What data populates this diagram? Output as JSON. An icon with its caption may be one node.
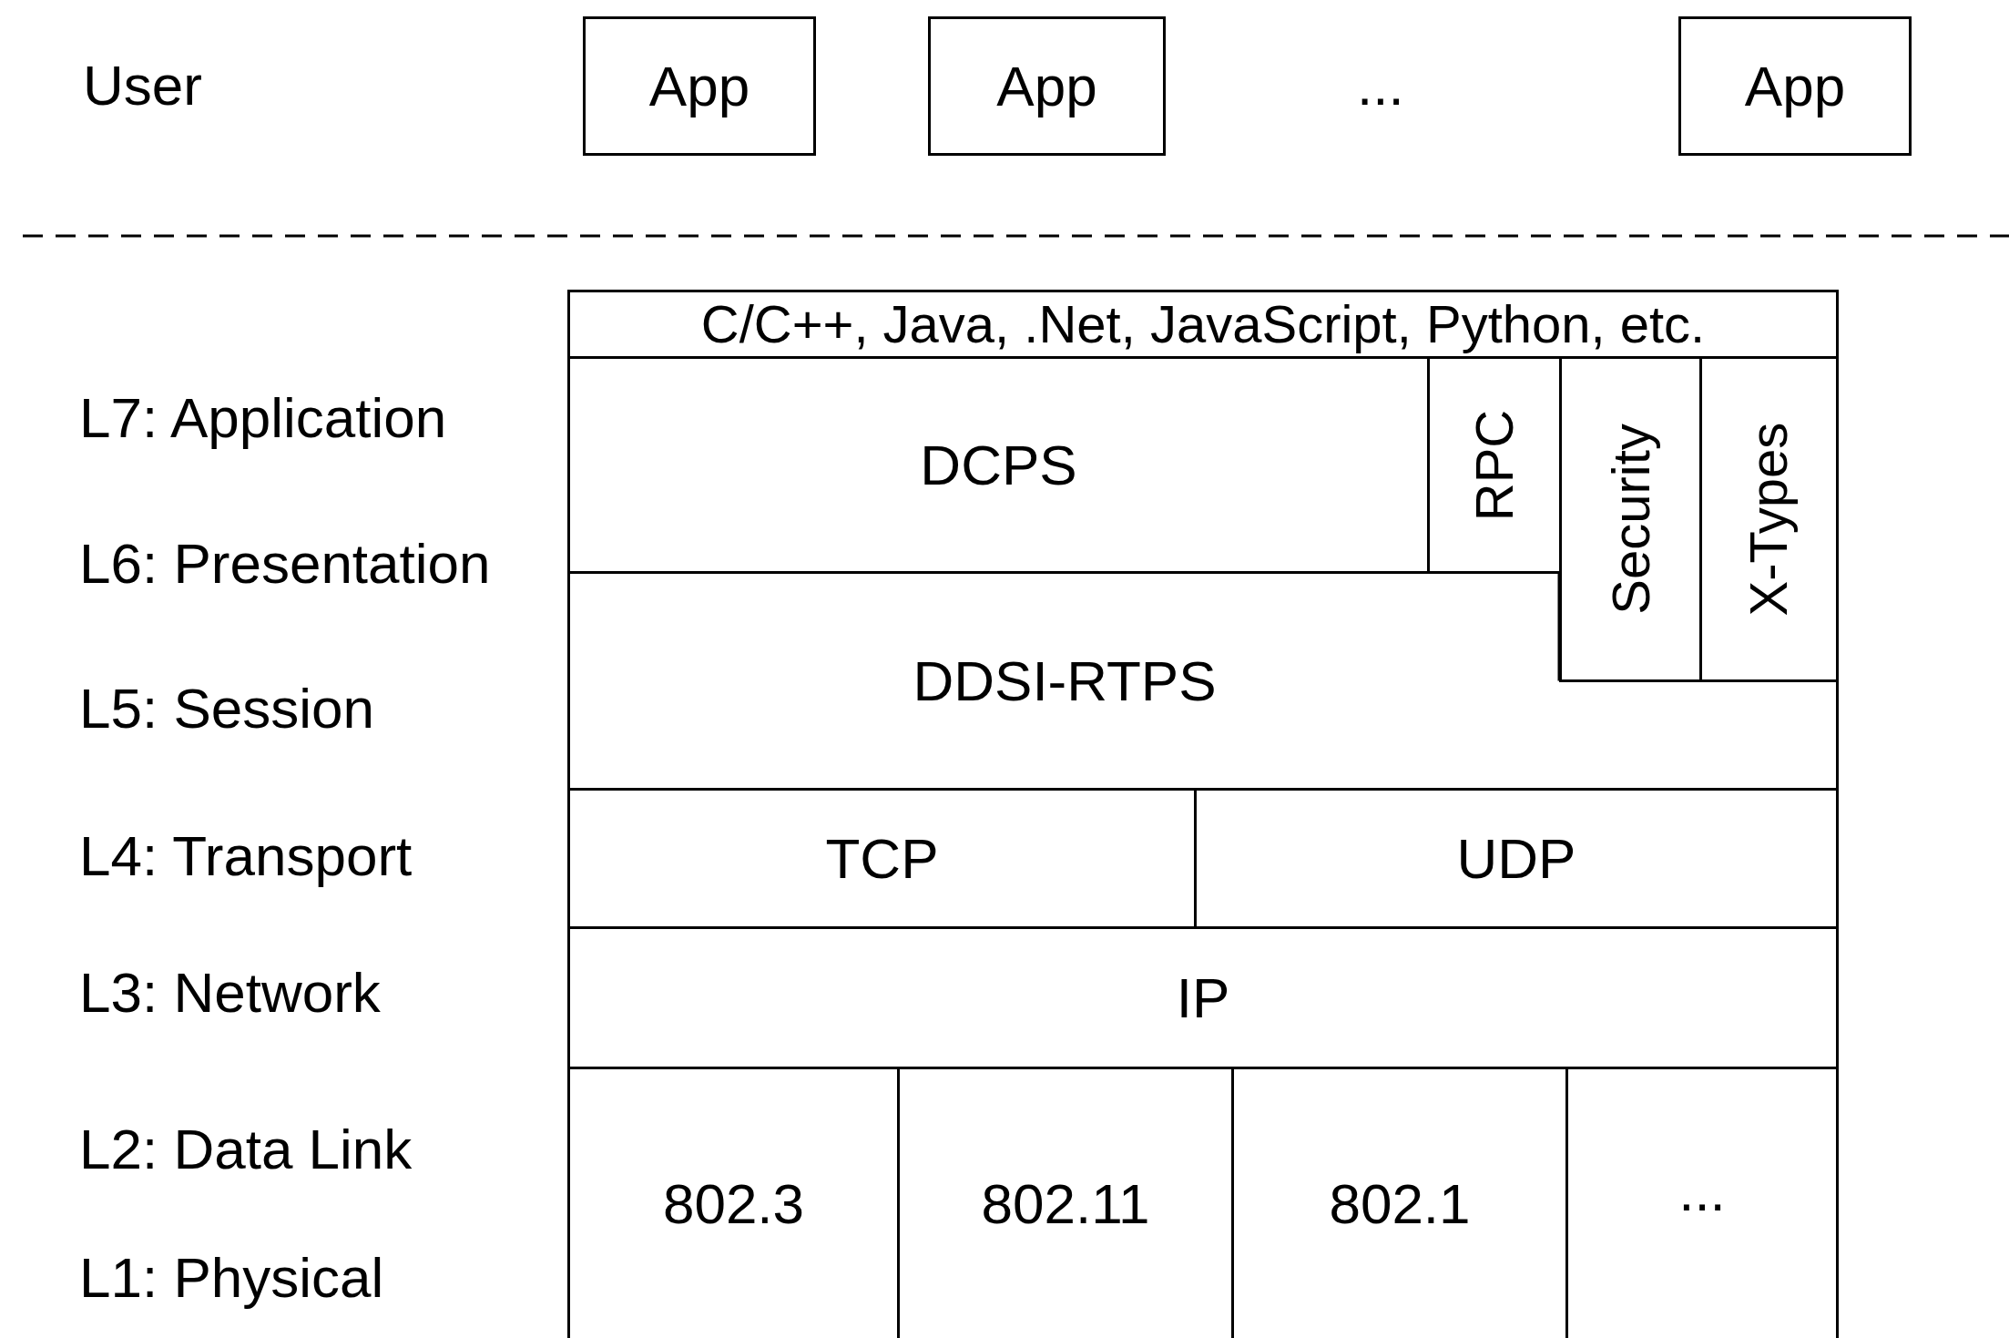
{
  "diagram": {
    "nodes": [
      {
        "text": [
          "App"
        ]
      },
      {
        "text": [
          "App"
        ]
      },
      {
        "text": [
          "App"
        ]
      },
      {
        "text": [
          "C/C++, Java, .Net, JavaScript, Python, etc."
        ]
      },
      {
        "text": [
          "DCPS"
        ]
      },
      {
        "text": [
          "RPC"
        ]
      },
      {
        "text": [
          "Security"
        ]
      },
      {
        "text": [
          "X-Types"
        ]
      },
      {
        "text": [
          "DDSI-RTPS"
        ]
      },
      {
        "text": [
          "TCP"
        ]
      },
      {
        "text": [
          "UDP"
        ]
      },
      {
        "text": [
          "IP"
        ]
      },
      {
        "text": [
          "802.3"
        ]
      },
      {
        "text": [
          "802.11"
        ]
      },
      {
        "text": [
          "802.1"
        ]
      },
      {
        "text": [
          "..."
        ]
      }
    ],
    "labels": [
      "User",
      "...",
      "L7: Application",
      "L6: Presentation",
      "L5: Session",
      "L4: Transport",
      "L3: Network",
      "L2: Data Link",
      "L1: Physical"
    ]
  }
}
